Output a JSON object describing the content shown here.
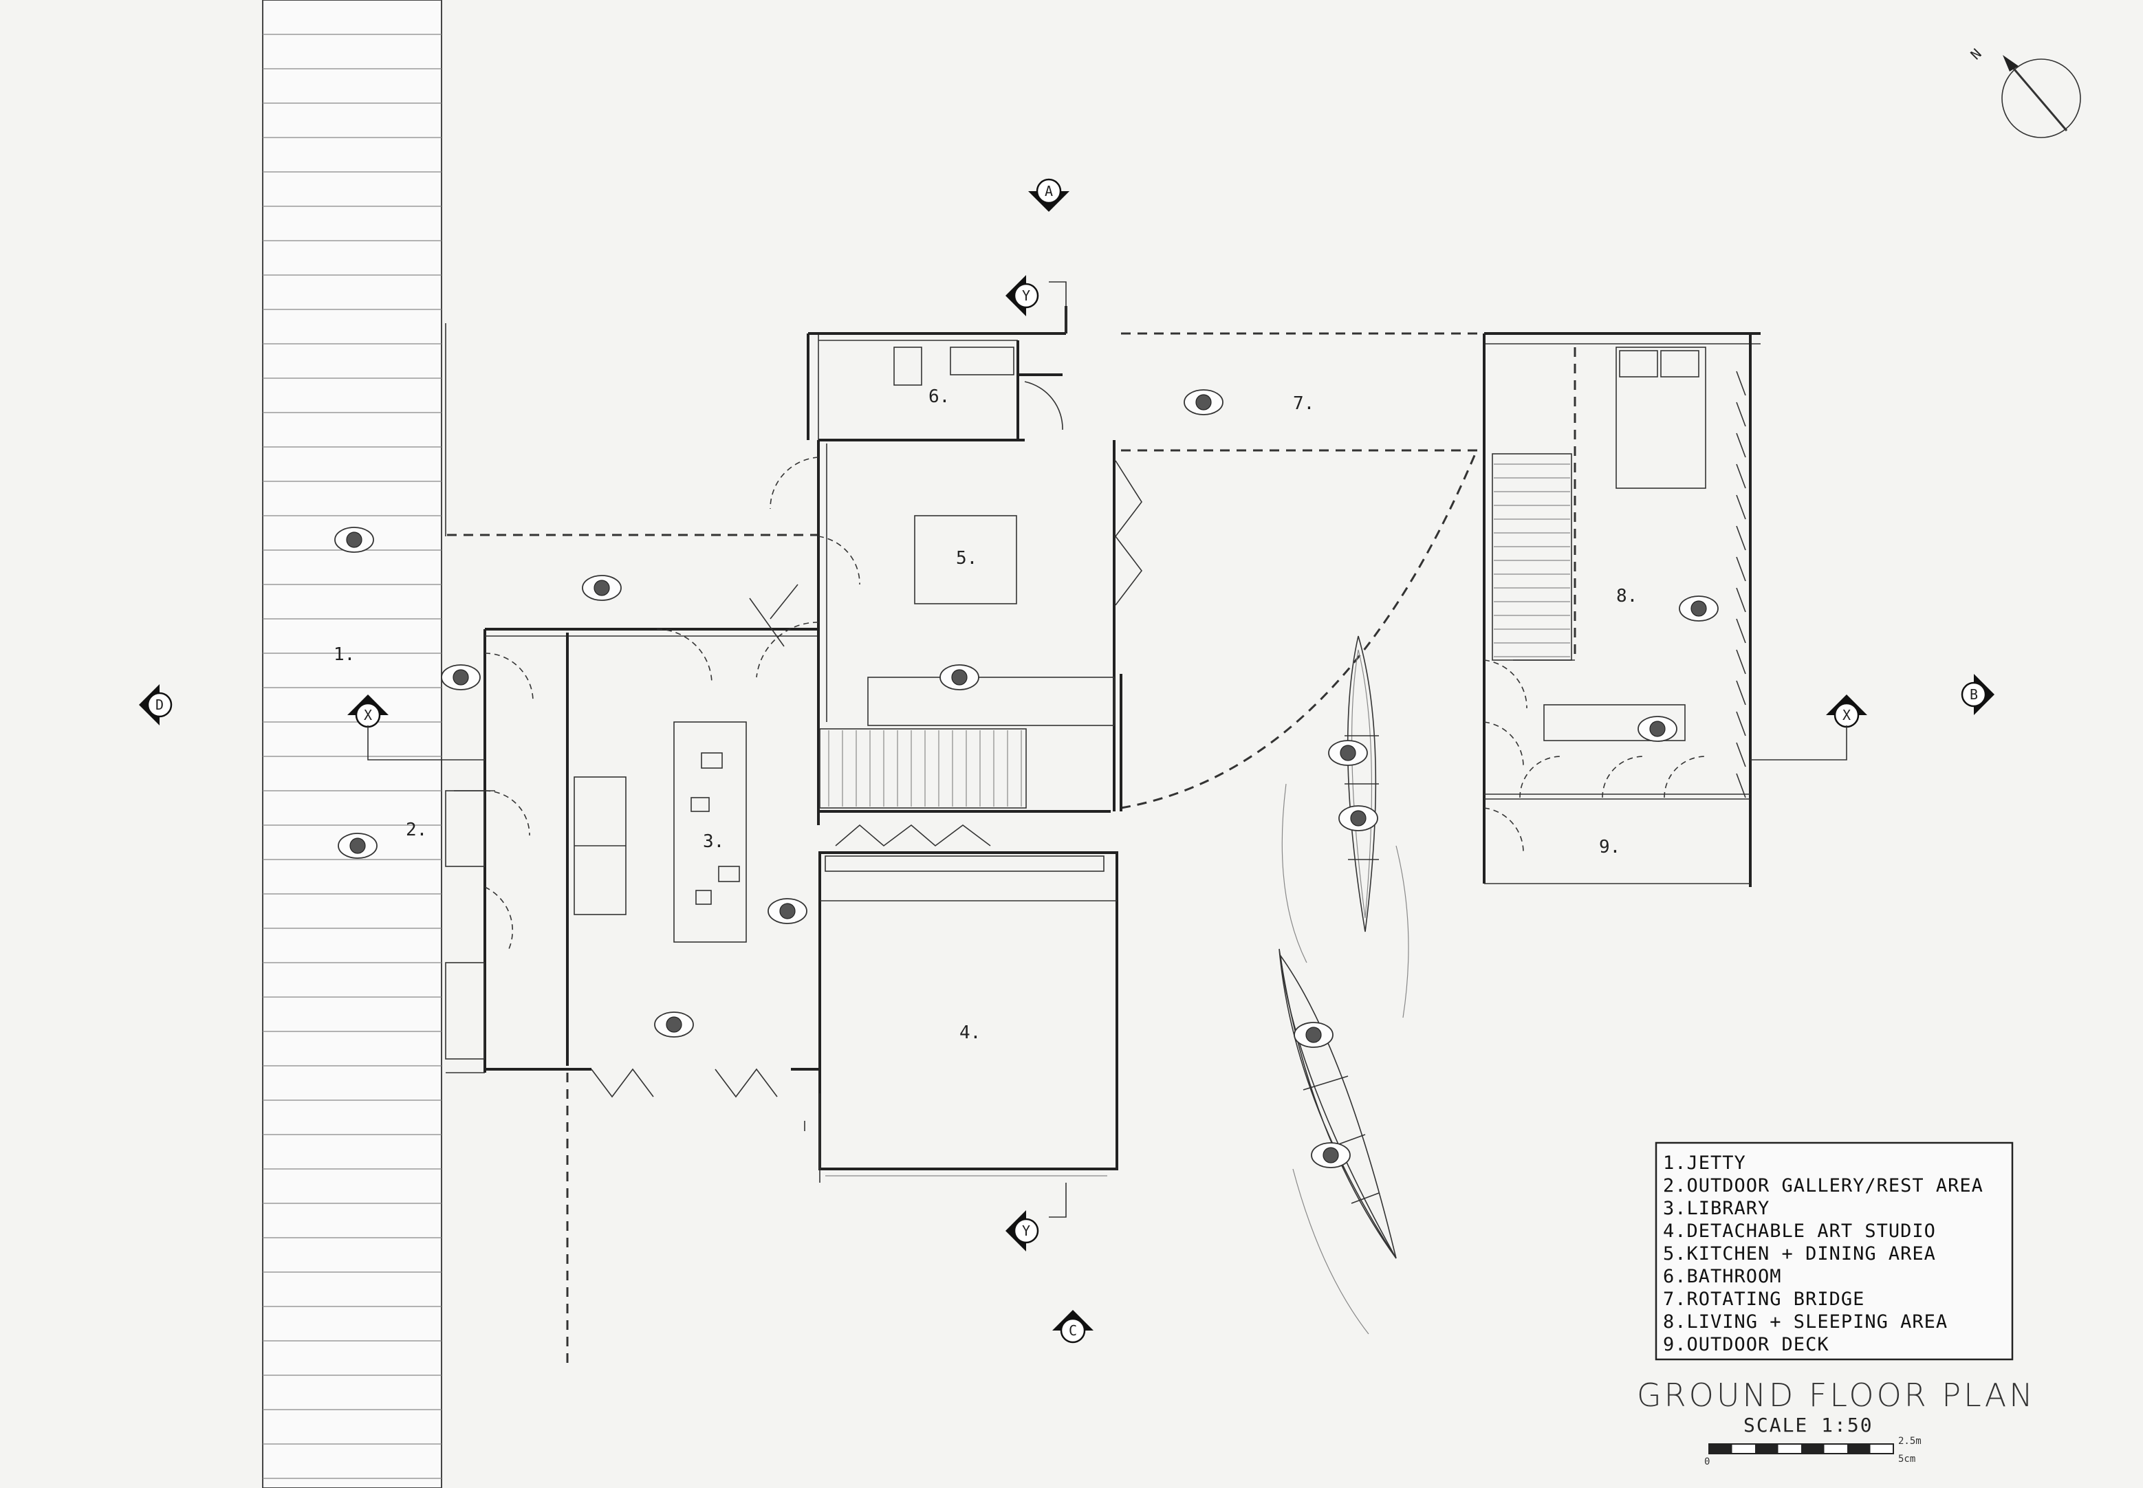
{
  "drawing": {
    "title": "GROUND FLOOR PLAN",
    "scale": "SCALE 1:50",
    "north_label": "N",
    "scale_bar": {
      "zero": "0",
      "mark_top": "2.5m",
      "mark_bottom": "5cm"
    }
  },
  "legend": {
    "items": [
      "1.JETTY",
      "2.OUTDOOR GALLERY/REST AREA",
      "3.LIBRARY",
      "4.DETACHABLE ART STUDIO",
      "5.KITCHEN + DINING AREA",
      "6.BATHROOM",
      "7.ROTATING BRIDGE",
      "8.LIVING + SLEEPING AREA",
      "9.OUTDOOR DECK"
    ]
  },
  "rooms": {
    "r1": "1.",
    "r2": "2.",
    "r3": "3.",
    "r4": "4.",
    "r5": "5.",
    "r6": "6.",
    "r7": "7.",
    "r8": "8.",
    "r9": "9."
  },
  "section_markers": {
    "a_top": "A",
    "b_right": "B",
    "c_bottom": "C",
    "d_left": "D",
    "x_left": "X",
    "x_right": "X",
    "y_top": "Y",
    "y_bottom": "Y"
  },
  "icons": [
    "north-arrow-icon",
    "section-marker-icon",
    "person-icon",
    "boat-icon",
    "scale-bar-icon"
  ]
}
